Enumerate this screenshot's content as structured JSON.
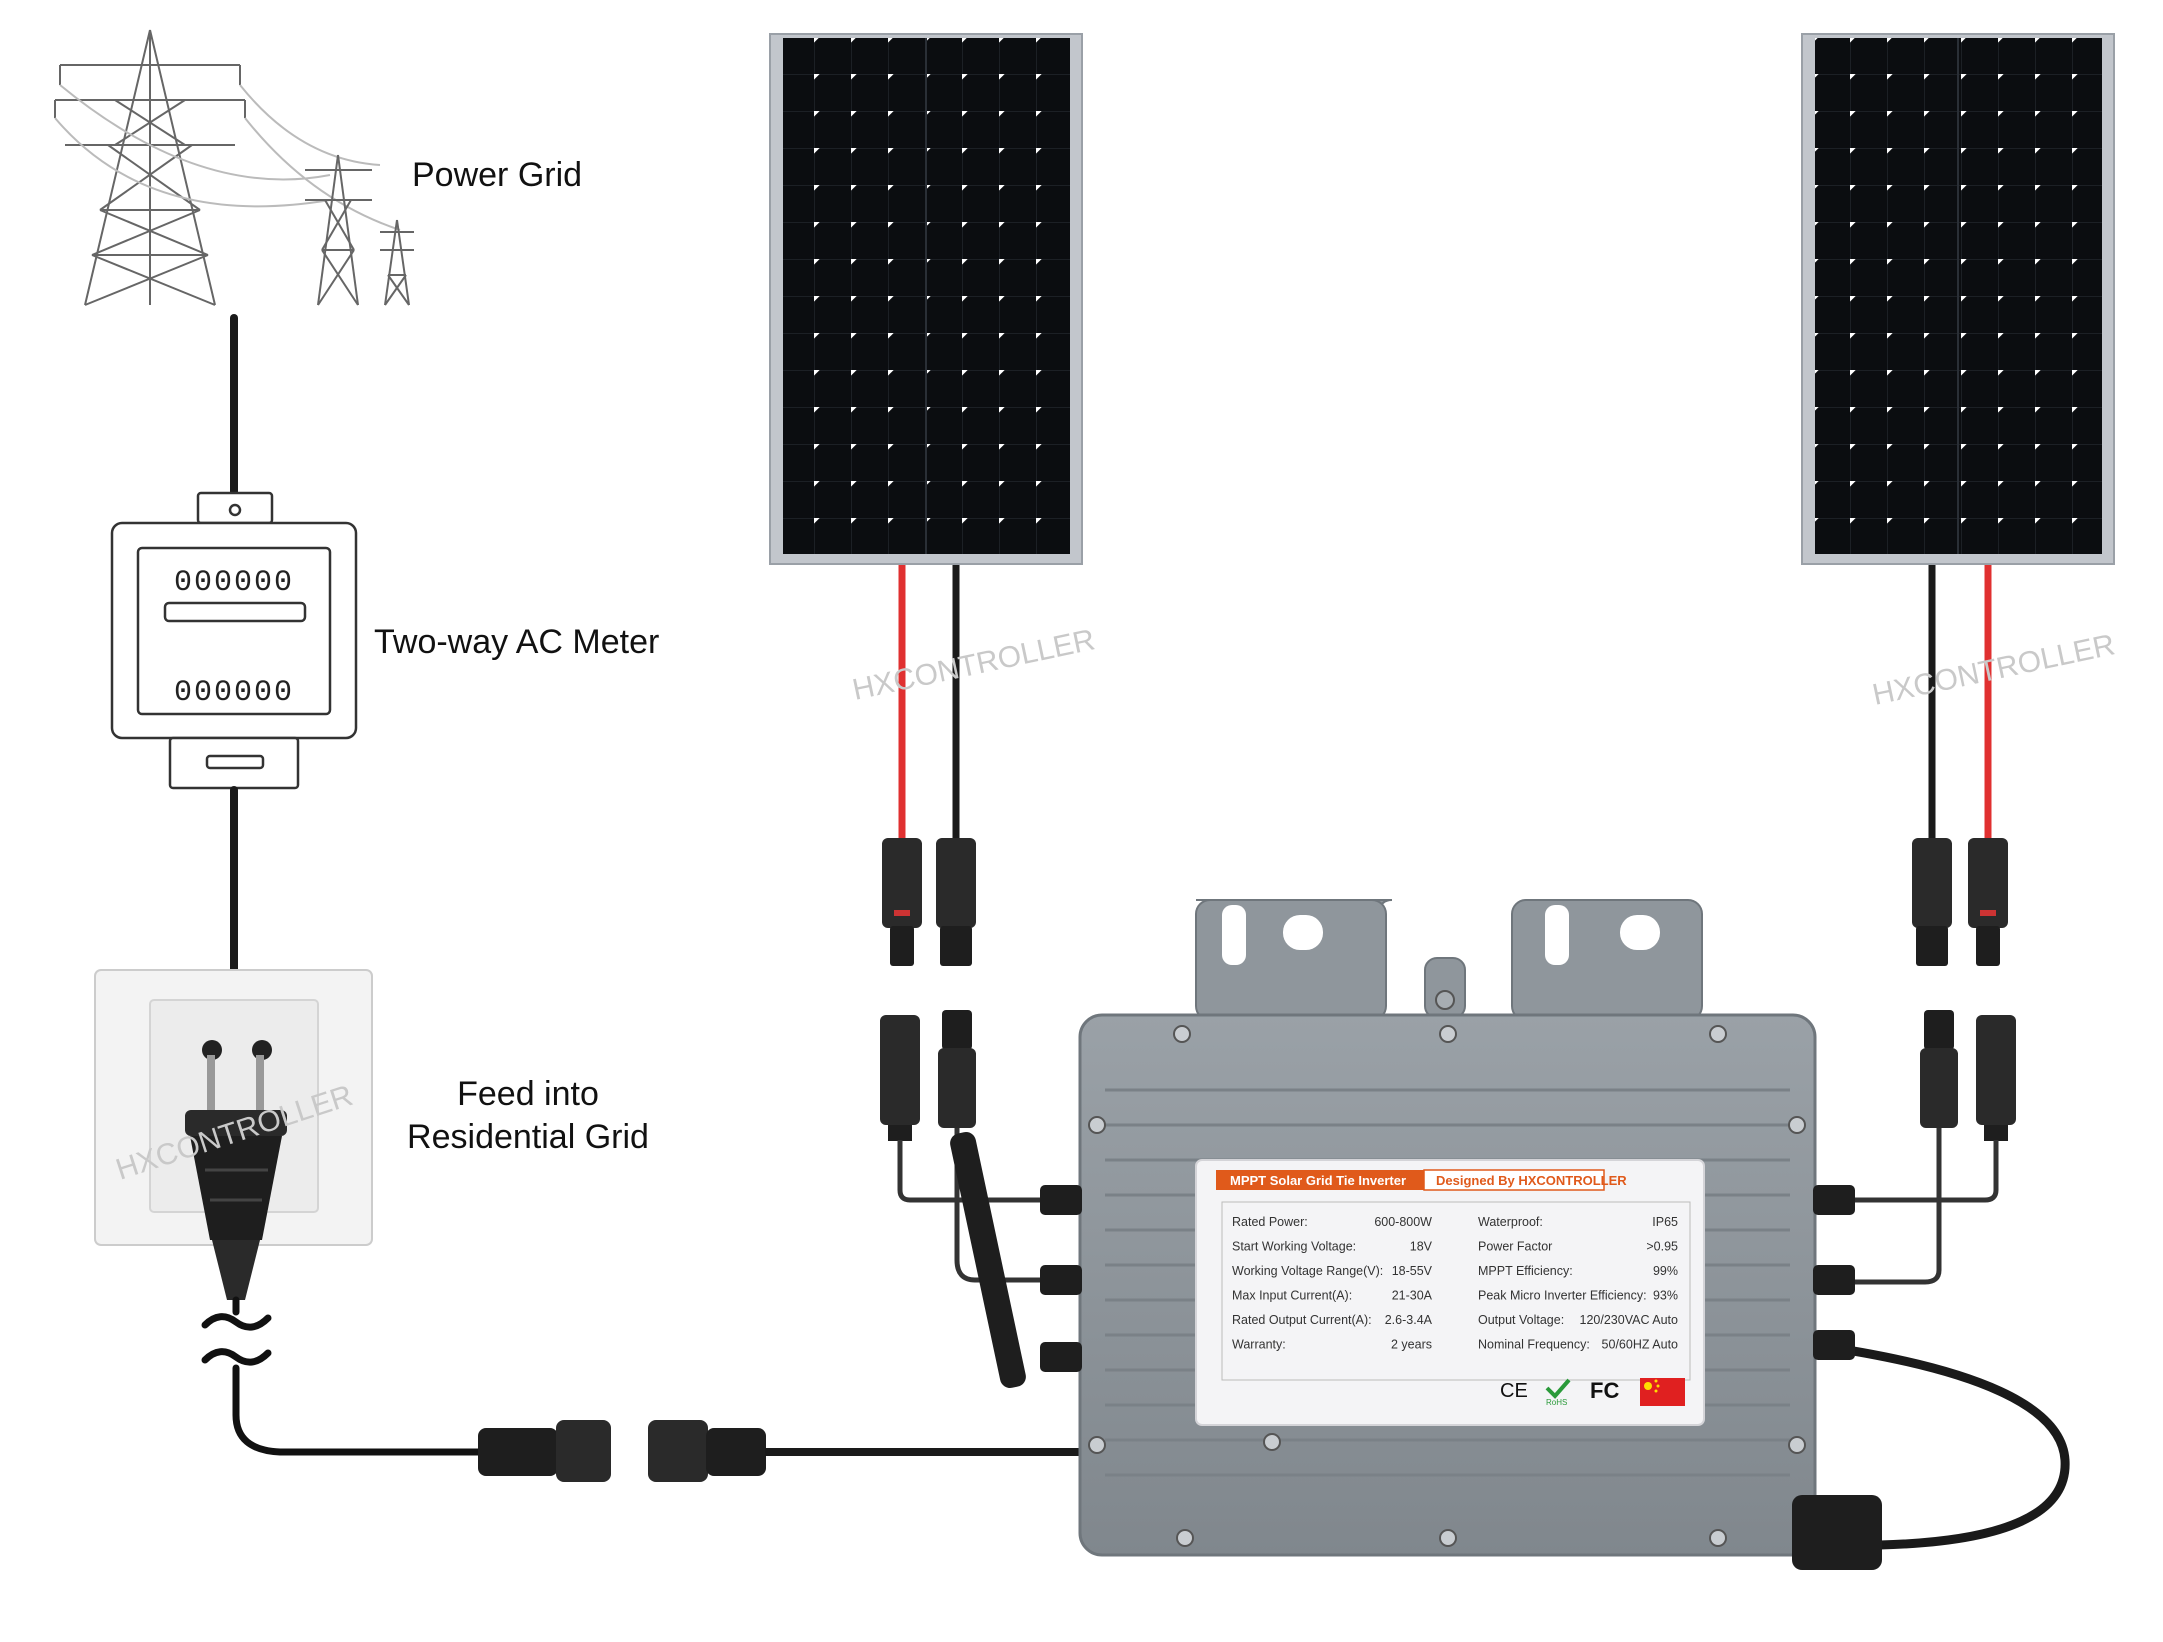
{
  "labels": {
    "power_grid": "Power Grid",
    "meter": "Two-way AC Meter",
    "feed_line1": "Feed into",
    "feed_line2": "Residential Grid"
  },
  "meter_digits_top": "000000",
  "meter_digits_bottom": "000000",
  "watermark": "HXCONTROLLER",
  "inverter": {
    "header_left": "MPPT Solar Grid Tie Inverter",
    "header_right": "Designed By HXCONTROLLER",
    "specs_left": [
      {
        "k": "Rated Power:",
        "v": "600-800W"
      },
      {
        "k": "Start Working Voltage:",
        "v": "18V"
      },
      {
        "k": "Working Voltage Range(V):",
        "v": "18-55V"
      },
      {
        "k": "Max Input Current(A):",
        "v": "21-30A"
      },
      {
        "k": "Rated Output Current(A):",
        "v": "2.6-3.4A"
      },
      {
        "k": "Warranty:",
        "v": "2 years"
      }
    ],
    "specs_right": [
      {
        "k": "Waterproof:",
        "v": "IP65"
      },
      {
        "k": "Power Factor",
        "v": ">0.95"
      },
      {
        "k": "MPPT Efficiency:",
        "v": "99%"
      },
      {
        "k": "Peak Micro Inverter Efficiency:",
        "v": "93%"
      },
      {
        "k": "Output Voltage:",
        "v": "120/230VAC Auto"
      },
      {
        "k": "Nominal Frequency:",
        "v": "50/60HZ Auto"
      }
    ],
    "cert_ce": "CE",
    "cert_rohs": "RoHS",
    "cert_fc": "FC"
  },
  "colors": {
    "panel_cell": "#0b0d10",
    "panel_frame": "#c2c6cc",
    "inverter_body": "#8f969c",
    "sticker_orange": "#e05a1b",
    "cable_red": "#e03030",
    "cable_black": "#1a1a1a"
  }
}
